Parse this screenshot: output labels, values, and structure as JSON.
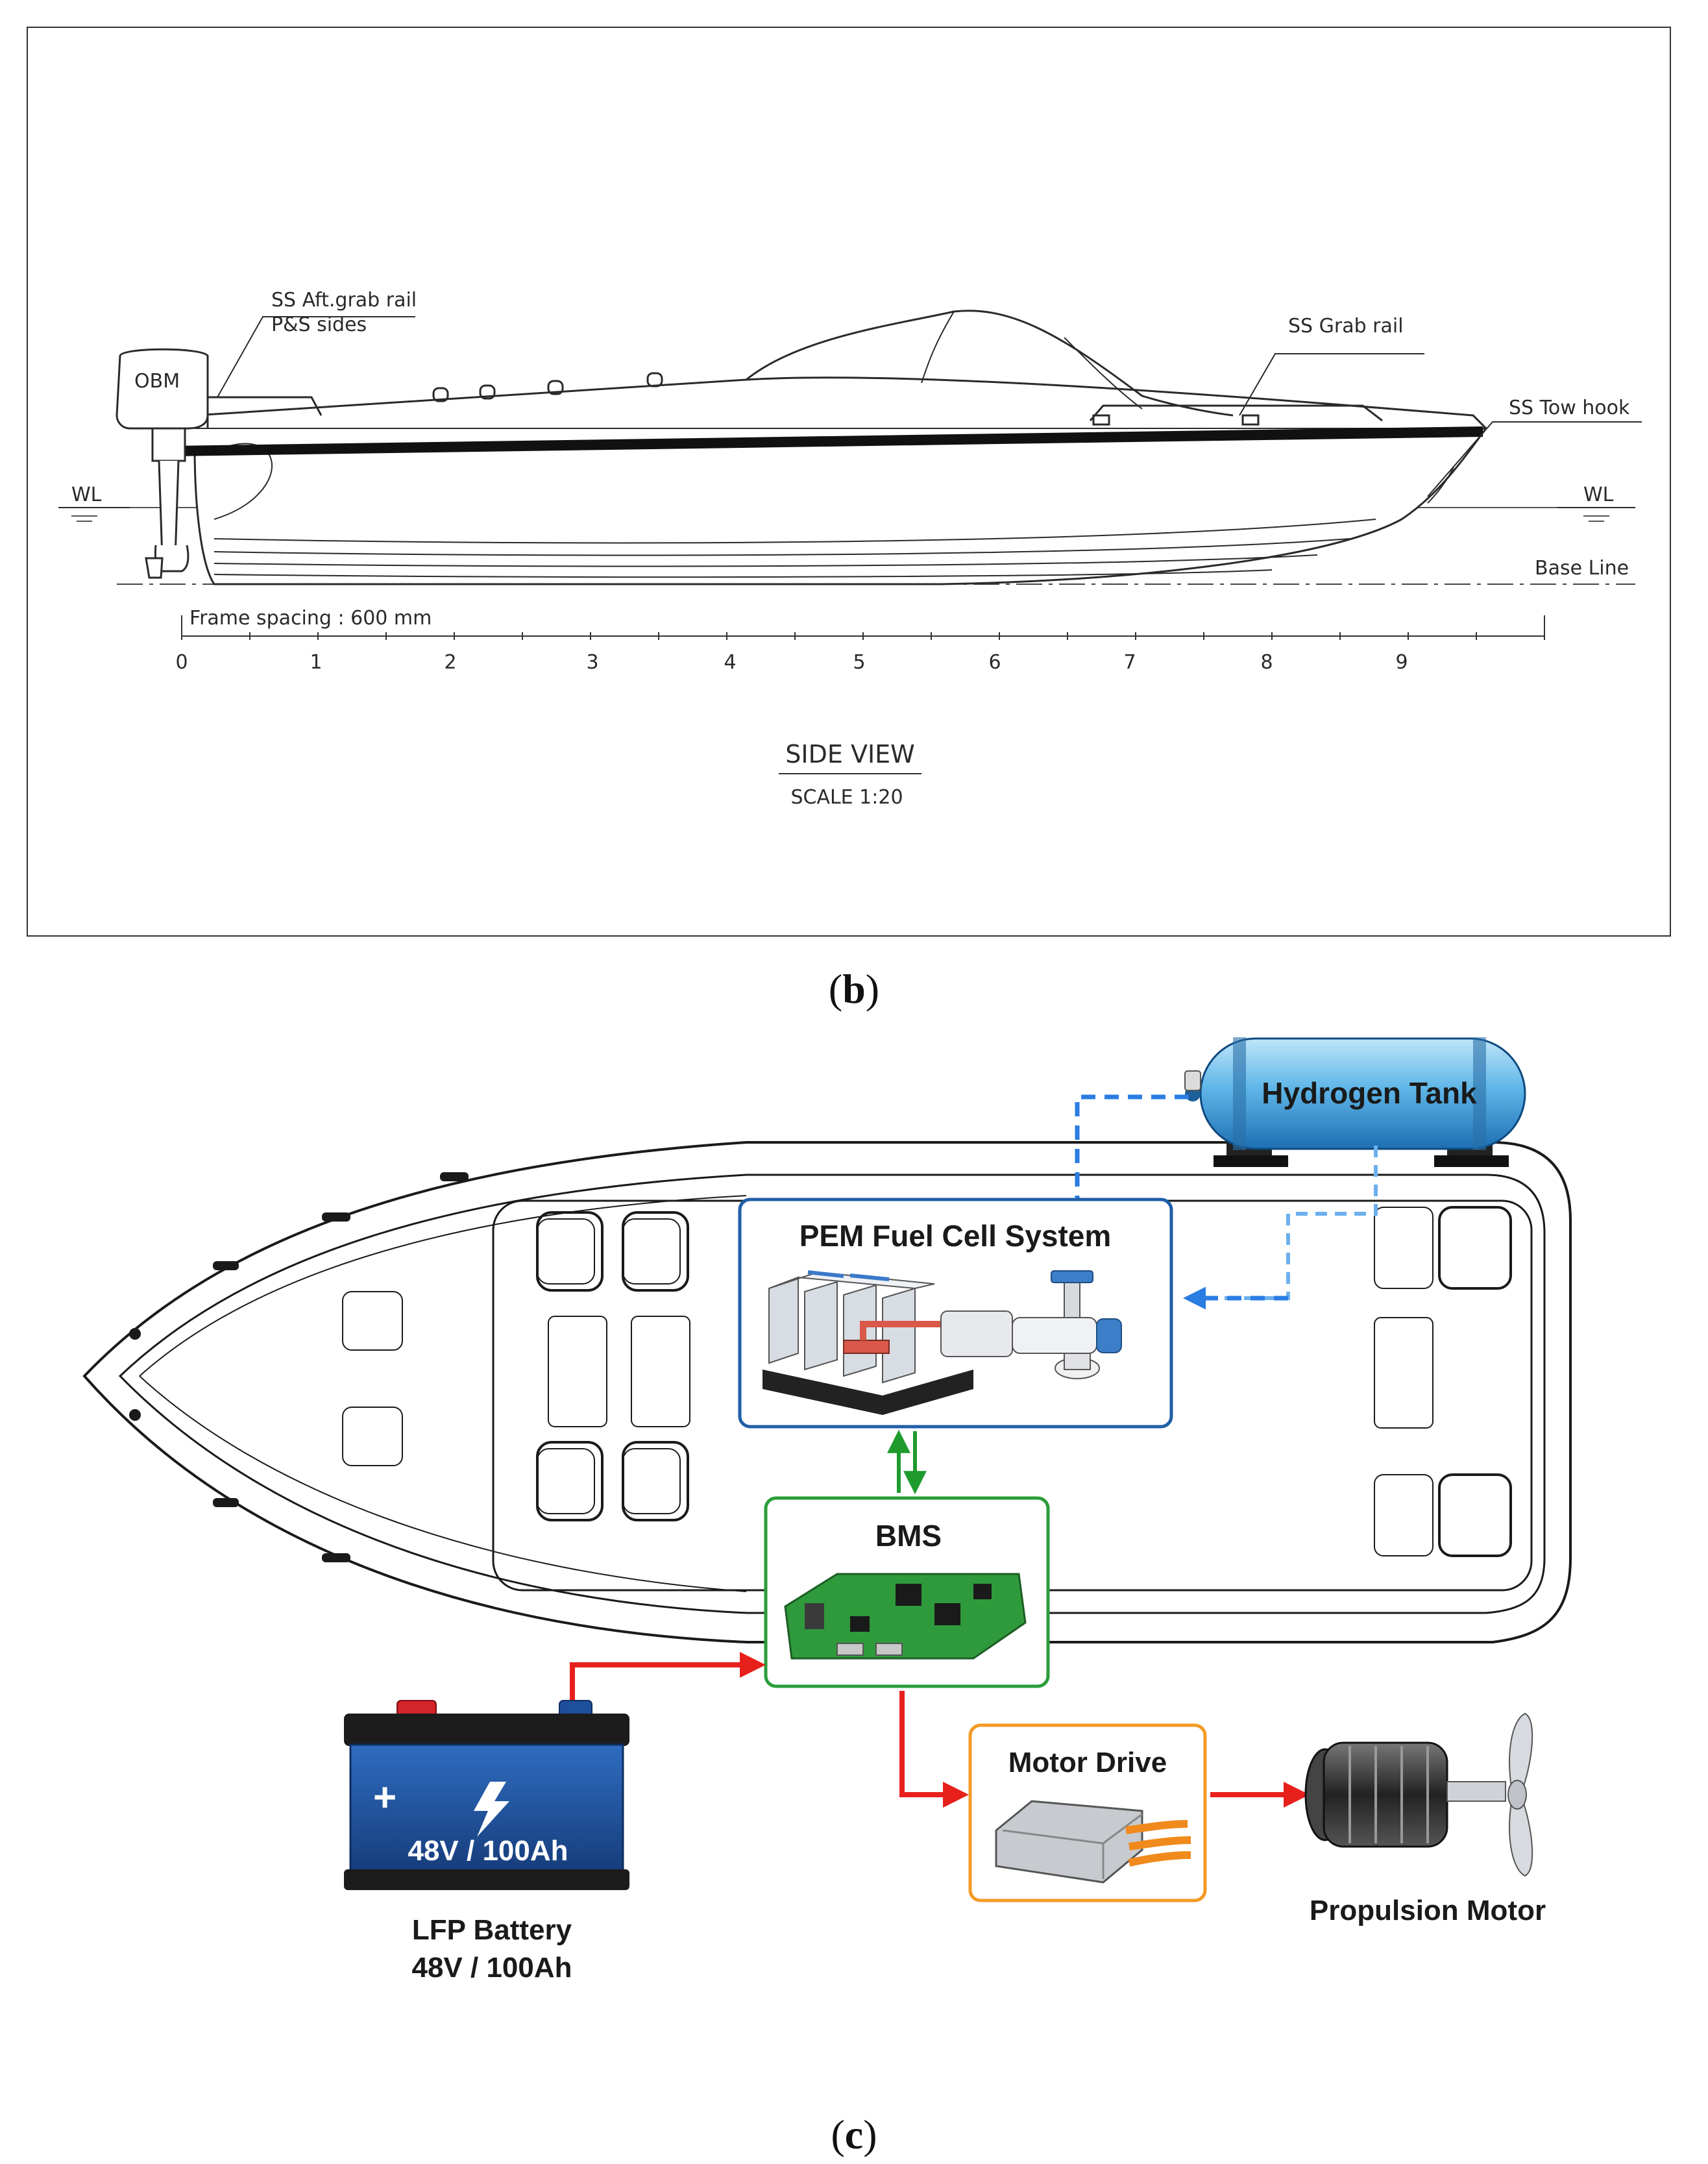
{
  "panel_b": {
    "callouts": {
      "aft_grab_rail": "SS Aft.grab rail",
      "aft_grab_rail_sides": "P&S sides",
      "obm": "OBM",
      "grab_rail": "SS Grab rail",
      "tow_hook": "SS Tow hook",
      "wl_left": "WL",
      "wl_right": "WL",
      "base_line": "Base Line"
    },
    "frame_spacing": "Frame spacing : 600 mm",
    "frame_numbers": [
      "0",
      "1",
      "2",
      "3",
      "4",
      "5",
      "6",
      "7",
      "8",
      "9"
    ],
    "view_title": "SIDE VIEW",
    "scale": "SCALE  1:20",
    "caption_letter": "b"
  },
  "panel_c": {
    "hydrogen_tank": "Hydrogen Tank",
    "fuel_cell": "PEM Fuel Cell System",
    "bms": "BMS",
    "battery_face": "48V / 100Ah",
    "battery_plus": "+",
    "battery_label_line1": "LFP Battery",
    "battery_label_line2": "48V / 100Ah",
    "motor_drive": "Motor Drive",
    "propulsion_motor": "Propulsion Motor",
    "caption_letter": "c"
  },
  "colors": {
    "power_flow": "#e8201c",
    "hydrogen_flow": "#2a7de1",
    "hydrogen_flow_light": "#6cb0ee",
    "signal_flow": "#1f9b2e",
    "fuel_cell_border": "#1f5fa8",
    "bms_border": "#2a9d3a",
    "motor_drive_border": "#f39a25",
    "tank_body": "#5fb6e8",
    "battery_body": "#1e4f9c"
  }
}
